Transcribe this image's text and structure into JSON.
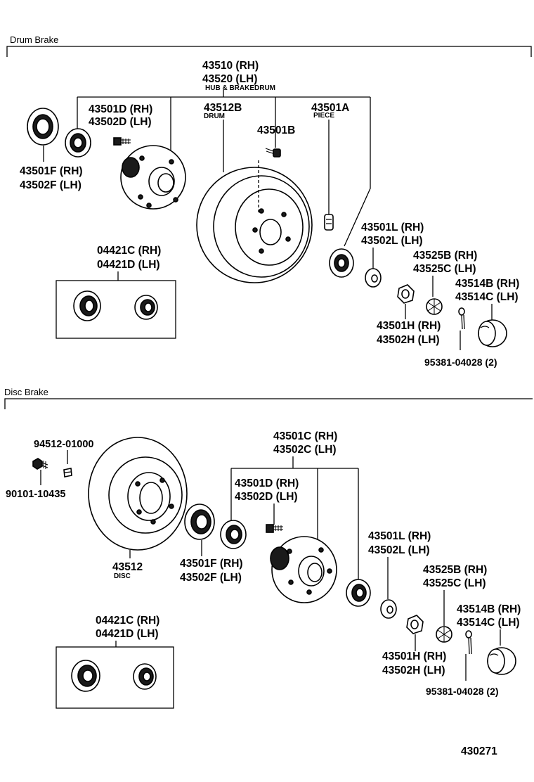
{
  "diagram_number": "430271",
  "drum_section": {
    "title": "Drum Brake",
    "hub_brakedrum": {
      "rh": "43510 (RH)",
      "lh": "43520 (LH)",
      "sub": "HUB & BRAKEDRUM"
    },
    "drum": {
      "pn": "43512B",
      "sub": "DRUM"
    },
    "piece": {
      "pn": "43501A",
      "sub": "PIECE"
    },
    "bolt": {
      "pn": "43501B"
    },
    "inner_bearing": {
      "rh": "43501D (RH)",
      "lh": "43502D (LH)"
    },
    "oil_seal": {
      "rh": "43501F (RH)",
      "lh": "43502F (LH)"
    },
    "bearing_kit": {
      "rh": "04421C (RH)",
      "lh": "04421D (LH)"
    },
    "outer_bearing": {
      "rh": "43501L (RH)",
      "lh": "43502L (LH)"
    },
    "lock_cap": {
      "rh": "43525B (RH)",
      "lh": "43525C (LH)"
    },
    "grease_cap": {
      "rh": "43514B (RH)",
      "lh": "43514C (LH)"
    },
    "nut": {
      "rh": "43501H (RH)",
      "lh": "43502H (LH)"
    },
    "cotter_pin": {
      "pn": "95381-04028 (2)"
    }
  },
  "disc_section": {
    "title": "Disc Brake",
    "set_screw": {
      "pn": "94512-01000"
    },
    "screw": {
      "pn": "90101-10435"
    },
    "disc": {
      "pn": "43512",
      "sub": "DISC"
    },
    "hub": {
      "rh": "43501C (RH)",
      "lh": "43502C (LH)"
    },
    "inner_bearing": {
      "rh": "43501D (RH)",
      "lh": "43502D (LH)"
    },
    "oil_seal": {
      "rh": "43501F (RH)",
      "lh": "43502F (LH)"
    },
    "bearing_kit": {
      "rh": "04421C (RH)",
      "lh": "04421D (LH)"
    },
    "outer_bearing": {
      "rh": "43501L (RH)",
      "lh": "43502L (LH)"
    },
    "lock_cap": {
      "rh": "43525B (RH)",
      "lh": "43525C (LH)"
    },
    "grease_cap": {
      "rh": "43514B (RH)",
      "lh": "43514C (LH)"
    },
    "nut": {
      "rh": "43501H (RH)",
      "lh": "43502H (LH)"
    },
    "cotter_pin": {
      "pn": "95381-04028 (2)"
    }
  }
}
